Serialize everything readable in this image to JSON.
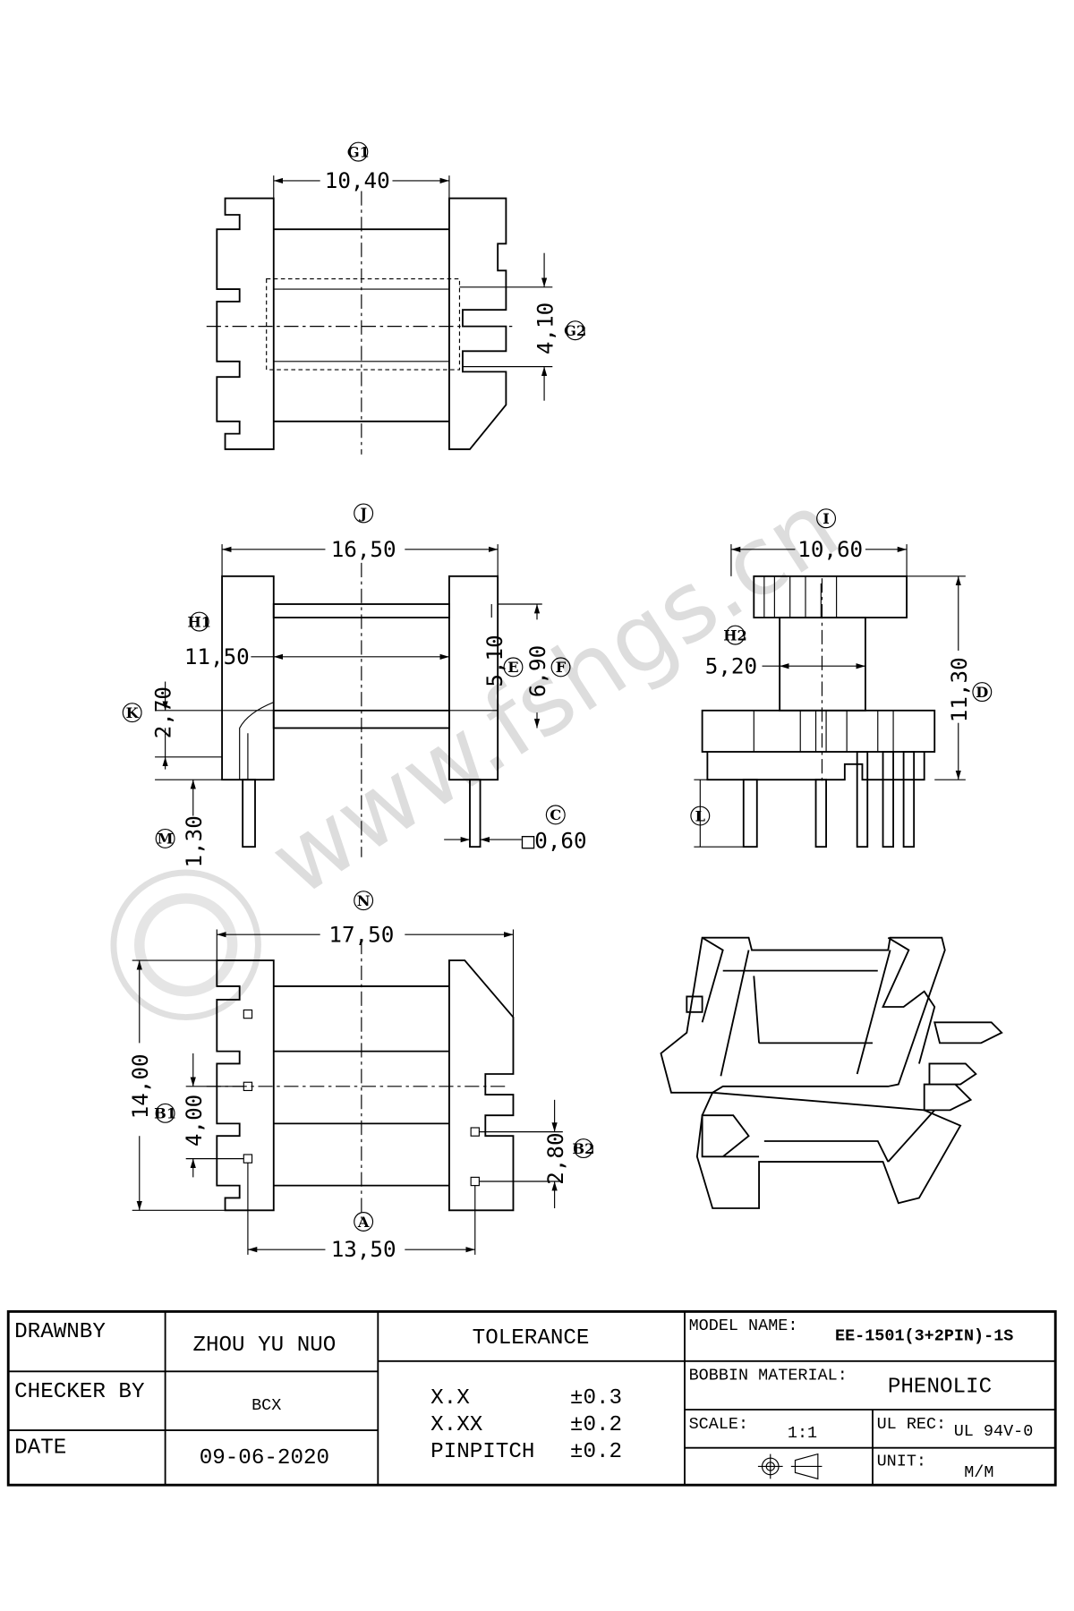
{
  "watermark": "www.fshgs.cn",
  "views": {
    "top": {
      "labels": {
        "g1": "G1",
        "g2": "G2"
      },
      "dims": {
        "g1": "10,40",
        "g2": "4,10"
      }
    },
    "front": {
      "labels": {
        "j": "J",
        "h1": "H1",
        "e": "E",
        "f": "F",
        "k": "K",
        "m": "M",
        "c": "C"
      },
      "dims": {
        "j": "16,50",
        "h1": "11,50",
        "e": "5,10",
        "f": "6,90",
        "k": "2,70",
        "m": "1,30",
        "c": "□0,60"
      }
    },
    "side": {
      "labels": {
        "i": "I",
        "h2": "H2",
        "d": "D",
        "l": "L"
      },
      "dims": {
        "i": "10,60",
        "h2": "5,20",
        "d": "11,30"
      }
    },
    "bottom": {
      "labels": {
        "n": "N",
        "b1": "B1",
        "b2": "B2",
        "a": "A"
      },
      "dims": {
        "n": "17,50",
        "outer": "14,00",
        "b1": "4,00",
        "b2": "2,80",
        "a": "13,50"
      }
    }
  },
  "title_block": {
    "drawn_by_label": "DRAWNBY",
    "drawn_by": "ZHOU YU NUO",
    "checker_label": "CHECKER BY",
    "checker": "BCX",
    "date_label": "DATE",
    "date": "09-06-2020",
    "tolerance_label": "TOLERANCE",
    "tolerances": [
      {
        "key": "X.X",
        "value": "±0.3"
      },
      {
        "key": "X.XX",
        "value": "±0.2"
      },
      {
        "key": "PINPITCH",
        "value": "±0.2"
      }
    ],
    "model_label": "MODEL NAME:",
    "model": "EE-1501(3+2PIN)-1S",
    "material_label": "BOBBIN MATERIAL:",
    "material": "PHENOLIC",
    "scale_label": "SCALE:",
    "scale": "1:1",
    "ul_label": "UL REC:",
    "ul": "UL 94V-0",
    "unit_label": "UNIT:",
    "unit": "M/M"
  }
}
